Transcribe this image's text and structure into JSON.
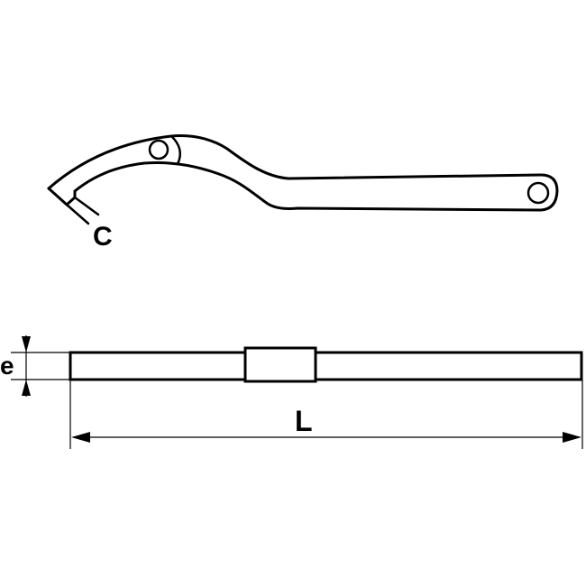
{
  "diagram": {
    "subject": "hook spanner wrench technical drawing",
    "top_view": {
      "dimension_label_c": "C"
    },
    "side_view": {
      "dimension_label_e": "e",
      "dimension_label_l": "L"
    },
    "colors": {
      "line": "#000000",
      "background": "#ffffff"
    }
  }
}
